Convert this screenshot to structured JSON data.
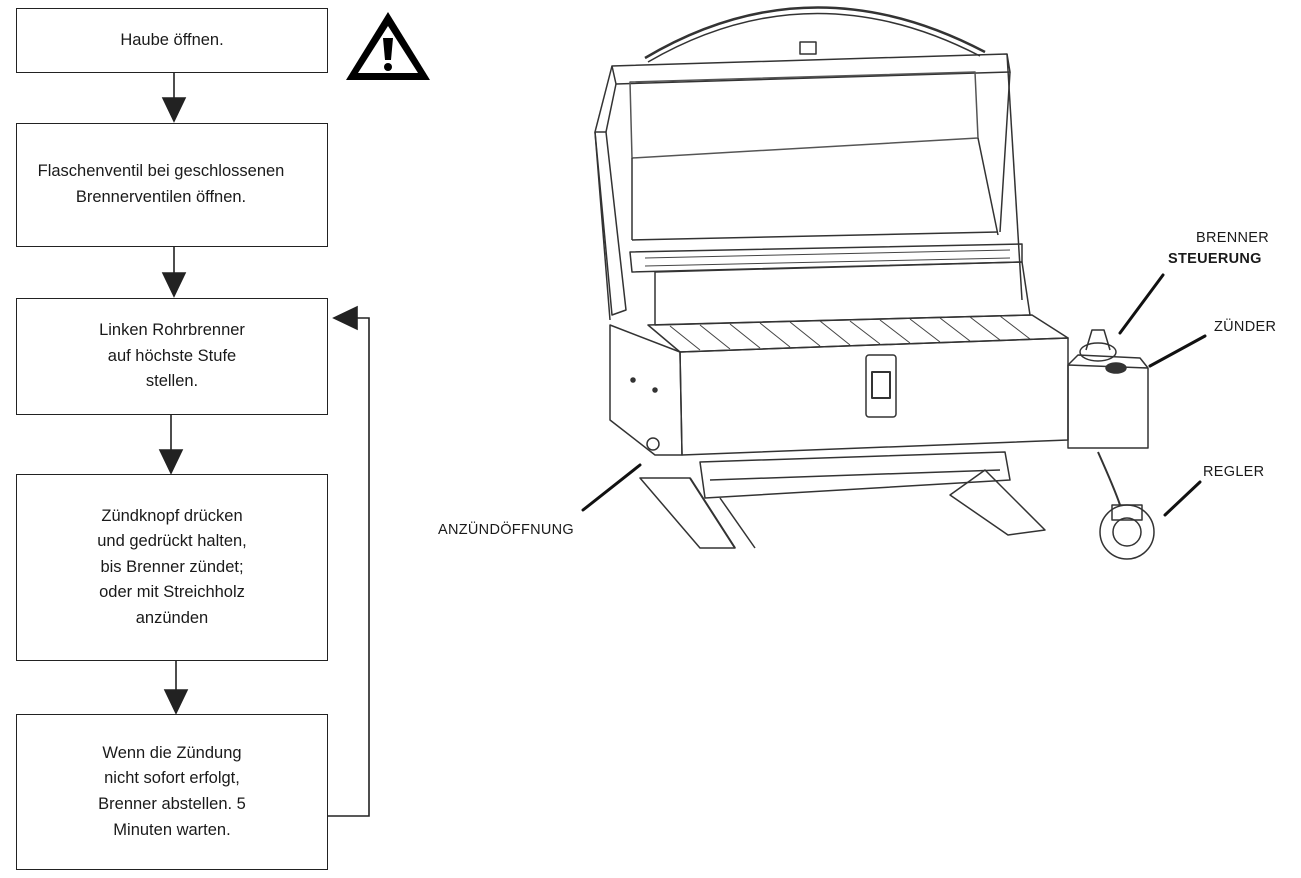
{
  "flow": {
    "step1": "Haube öffnen.",
    "step2": "Flaschenventil bei geschlossenen\nBrennerventilen öffnen.",
    "step3": "Linken Rohrbrenner\nauf höchste Stufe\nstellen.",
    "step4": "Zündknopf drücken\nund gedrückt halten,\nbis Brenner zündet;\noder mit Streichholz\nanzünden",
    "step5": "Wenn die Zündung\nnicht sofort erfolgt,\nBrenner abstellen. 5\nMinuten warten."
  },
  "icons": {
    "warning": "warning-triangle-icon"
  },
  "labels": {
    "brenner": "BRENNER",
    "steuerung": "STEUERUNG",
    "zuender": "ZÜNDER",
    "regler": "REGLER",
    "anzuendoeffnung": "ANZÜNDÖFFNUNG"
  }
}
